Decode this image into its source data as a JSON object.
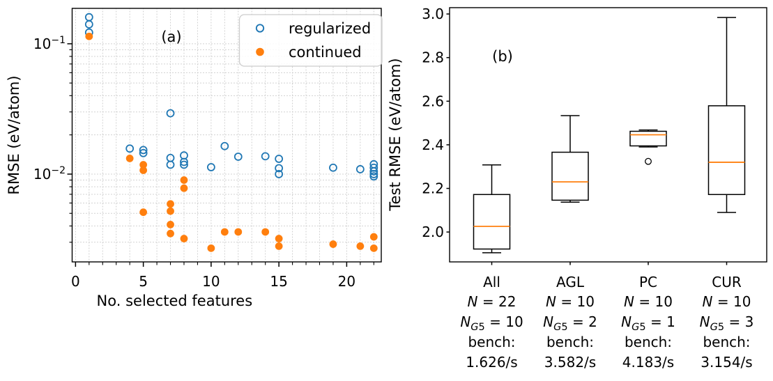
{
  "figure": {
    "background": "#ffffff",
    "colors": {
      "regularized": "#1f77b4",
      "continued": "#ff7f0e",
      "median": "#ff7f0e",
      "box_edge": "#000000",
      "grid": "#cccccc",
      "legend_border": "#cccccc"
    }
  },
  "chart_data": [
    {
      "id": "panel-a",
      "type": "scatter",
      "annotation": "(a)",
      "xlabel": "No. selected features",
      "ylabel": "RMSE (eV/atom)",
      "xlim": [
        -0.25,
        22.55
      ],
      "y_log": true,
      "ylim": [
        0.00212,
        0.187
      ],
      "x_major_ticks": [
        0,
        5,
        10,
        15,
        20
      ],
      "x_minor_step": 1,
      "y_major_ticks": [
        0.1,
        0.01
      ],
      "y_major_tick_labels": [
        [
          "10",
          "−1"
        ],
        [
          "10",
          "−2"
        ]
      ],
      "grid": "both, dotted",
      "legend": {
        "entries": [
          {
            "label": "regularized",
            "marker": "open-circle",
            "color": "#1f77b4"
          },
          {
            "label": "continued",
            "marker": "filled-circle",
            "color": "#ff7f0e"
          }
        ]
      },
      "series": [
        {
          "name": "regularized",
          "marker": "open-circle",
          "color": "#1f77b4",
          "points": [
            [
              1,
              0.16
            ],
            [
              1,
              0.141
            ],
            [
              1,
              0.122
            ],
            [
              4,
              0.0157
            ],
            [
              5,
              0.0153
            ],
            [
              5,
              0.0145
            ],
            [
              7,
              0.0293
            ],
            [
              7,
              0.0133
            ],
            [
              7,
              0.0118
            ],
            [
              8,
              0.0139
            ],
            [
              8,
              0.0124
            ],
            [
              8,
              0.0118
            ],
            [
              10,
              0.0113
            ],
            [
              11,
              0.0164
            ],
            [
              12,
              0.0136
            ],
            [
              14,
              0.0137
            ],
            [
              15,
              0.0131
            ],
            [
              15,
              0.0111
            ],
            [
              15,
              0.01
            ],
            [
              19,
              0.0112
            ],
            [
              21,
              0.0109
            ],
            [
              22,
              0.0119
            ],
            [
              22,
              0.0112
            ],
            [
              22,
              0.0105
            ],
            [
              22,
              0.01
            ],
            [
              22,
              0.0096
            ]
          ]
        },
        {
          "name": "continued",
          "marker": "filled-circle",
          "color": "#ff7f0e",
          "points": [
            [
              1,
              0.114
            ],
            [
              4,
              0.0132
            ],
            [
              5,
              0.0118
            ],
            [
              5,
              0.0107
            ],
            [
              5,
              0.0051
            ],
            [
              7,
              0.0059
            ],
            [
              7,
              0.0052
            ],
            [
              7,
              0.0041
            ],
            [
              7,
              0.0035
            ],
            [
              8,
              0.009
            ],
            [
              8,
              0.0078
            ],
            [
              8,
              0.0032
            ],
            [
              10,
              0.0027
            ],
            [
              11,
              0.0036
            ],
            [
              12,
              0.0036
            ],
            [
              14,
              0.0036
            ],
            [
              15,
              0.0032
            ],
            [
              15,
              0.0028
            ],
            [
              19,
              0.0029
            ],
            [
              21,
              0.0028
            ],
            [
              22,
              0.0033
            ],
            [
              22,
              0.0027
            ]
          ]
        }
      ]
    },
    {
      "id": "panel-b",
      "type": "boxplot",
      "annotation": "(b)",
      "ylabel": "Test RMSE (eV/atom)",
      "ylim": [
        1.863,
        3.029
      ],
      "y_ticks": [
        2.0,
        2.2,
        2.4,
        2.6,
        2.8,
        3.0
      ],
      "grid": "off",
      "label_rows": {
        "n_symbol": "N",
        "ng5_sub": [
          "G",
          "5"
        ],
        "equals": " = ",
        "bench_label": "bench:"
      },
      "boxes": [
        {
          "label": "All",
          "n": "22",
          "ng5": "10",
          "bench": "1.626/s",
          "whislo": 1.905,
          "q1": 1.922,
          "med": 2.026,
          "q3": 2.172,
          "whishi": 2.308,
          "outliers": []
        },
        {
          "label": "AGL",
          "n": "10",
          "ng5": "2",
          "bench": "3.582/s",
          "whislo": 2.137,
          "q1": 2.146,
          "med": 2.23,
          "q3": 2.366,
          "whishi": 2.534,
          "outliers": []
        },
        {
          "label": "PC",
          "n": "10",
          "ng5": "1",
          "bench": "4.183/s",
          "whislo": 2.39,
          "q1": 2.395,
          "med": 2.446,
          "q3": 2.462,
          "whishi": 2.468,
          "outliers": [
            2.324
          ]
        },
        {
          "label": "CUR",
          "n": "10",
          "ng5": "3",
          "bench": "3.154/s",
          "whislo": 2.09,
          "q1": 2.172,
          "med": 2.32,
          "q3": 2.579,
          "whishi": 2.984,
          "outliers": []
        }
      ]
    }
  ]
}
